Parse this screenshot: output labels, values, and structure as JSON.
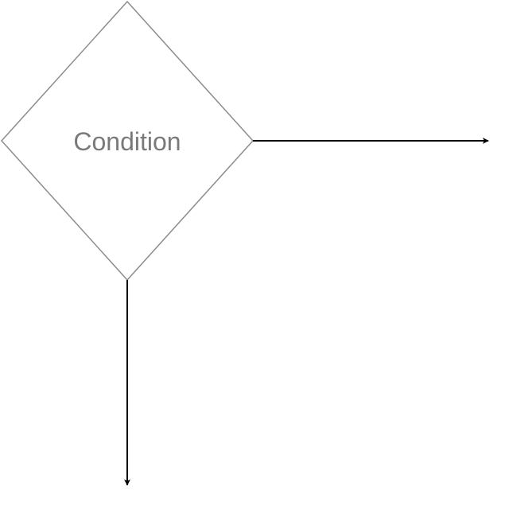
{
  "diagram": {
    "decision_node": {
      "label": "Condition",
      "shape": "diamond",
      "stroke_color": "#8c8c8c",
      "text_color": "#7a7a7a",
      "fill_color": "#ffffff"
    },
    "edges": [
      {
        "id": "right-branch",
        "from": "decision_node",
        "direction": "right",
        "label": "",
        "color": "#000000"
      },
      {
        "id": "down-branch",
        "from": "decision_node",
        "direction": "down",
        "label": "",
        "color": "#000000"
      }
    ]
  }
}
